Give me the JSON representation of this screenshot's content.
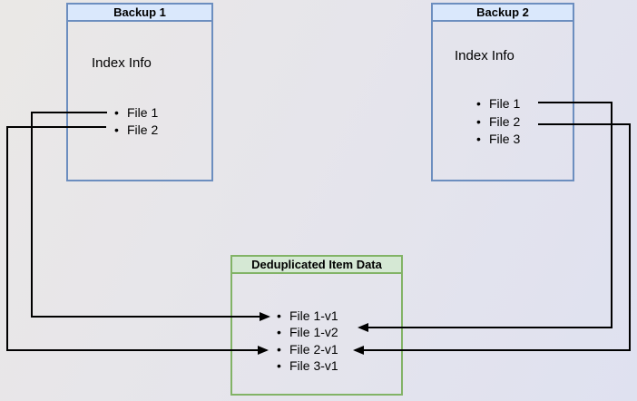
{
  "nodes": {
    "backup1": {
      "title": "Backup 1",
      "subtitle": "Index Info",
      "files": [
        "File 1",
        "File 2"
      ]
    },
    "backup2": {
      "title": "Backup 2",
      "subtitle": "Index Info",
      "files": [
        "File 1",
        "File 2",
        "File 3"
      ]
    },
    "dedup": {
      "title": "Deduplicated Item Data",
      "items": [
        "File 1-v1",
        "File 1-v2",
        "File 2-v1",
        "File 3-v1"
      ]
    }
  },
  "connections": [
    {
      "from": "Backup 1 / File 1",
      "to": "File 1-v1"
    },
    {
      "from": "Backup 1 / File 2",
      "to": "File 2-v1"
    },
    {
      "from": "Backup 2 / File 1",
      "to": "File 1-v2"
    },
    {
      "from": "Backup 2 / File 2",
      "to": "File 2-v1"
    }
  ],
  "colors": {
    "backup_header_fill": "#dae8fc",
    "backup_border": "#6c8ebf",
    "dedup_header_fill": "#d5e8d4",
    "dedup_border": "#82b366",
    "connector": "#000000",
    "background": "#e6e5eb"
  }
}
